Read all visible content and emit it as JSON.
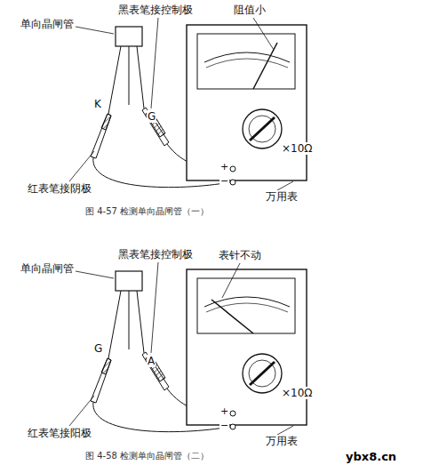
{
  "diagram": {
    "labels": [
      "单向晶闸管",
      "黑表笔接控制极",
      "阻值小",
      "K",
      "G",
      "红表笔接阴极",
      "+",
      "−",
      "×10Ω",
      "万用表",
      "图 4-57  检测单向晶闸管（一）",
      "单向晶闸管",
      "黑表笔接控制极",
      "表针不动",
      "G",
      "A",
      "红表笔接阳极",
      "+",
      "−",
      "×10Ω",
      "万用表",
      "图 4-58  检测单向晶闸管（二）",
      "ybx8.cn"
    ]
  }
}
